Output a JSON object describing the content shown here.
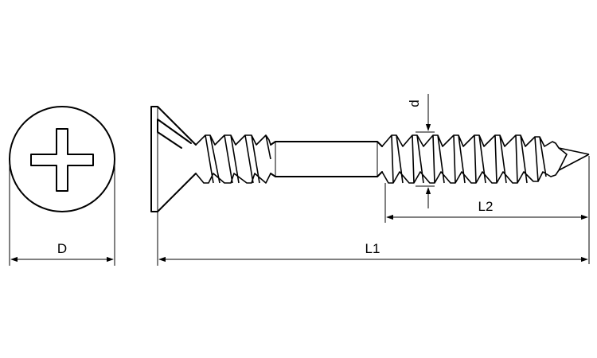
{
  "diagram": {
    "line_color": "#000000",
    "background": "#ffffff",
    "labels": {
      "head_diameter": "D",
      "overall_length": "L1",
      "thread_length": "L2",
      "thread_diameter": "d"
    },
    "head_drive": "phillips-cross-recess",
    "head_type": "countersunk-flat"
  }
}
